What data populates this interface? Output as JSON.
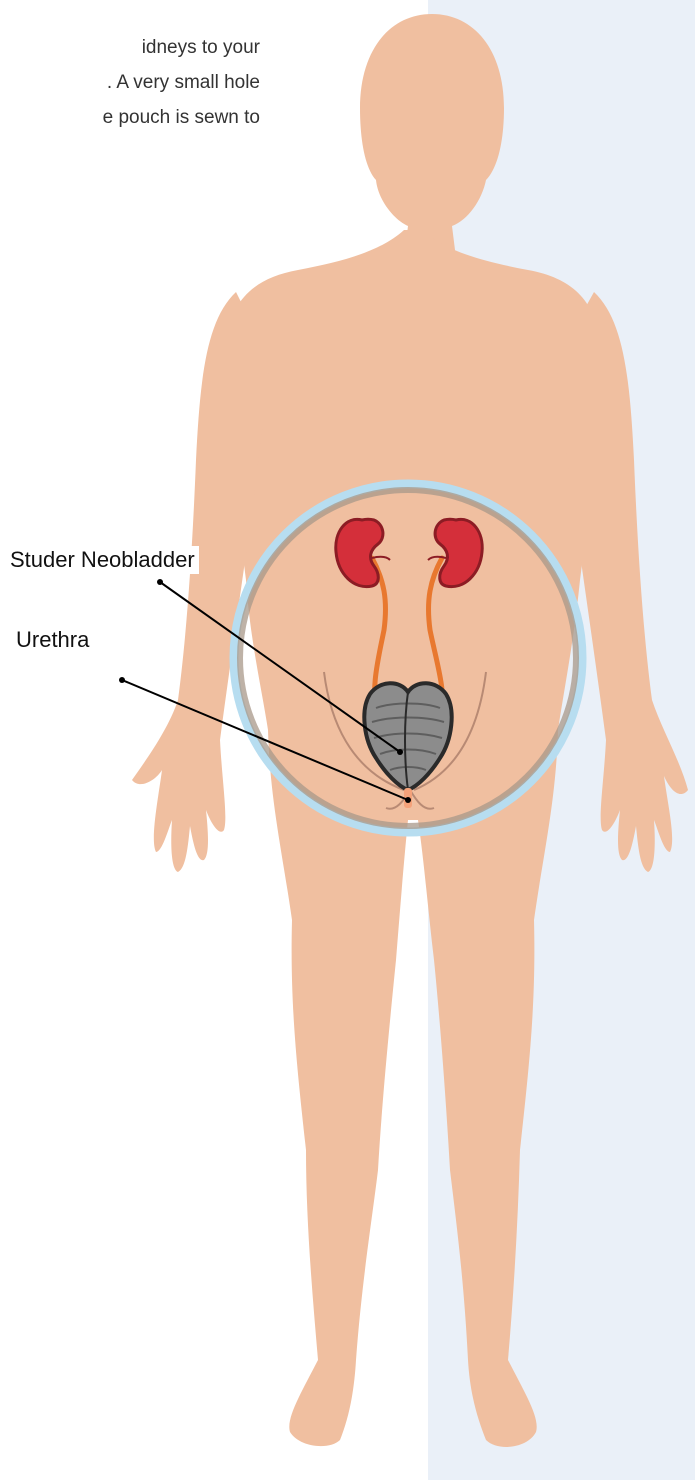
{
  "intro": {
    "lines": [
      "idneys to your",
      ". A very small hole",
      "e pouch is sewn to"
    ]
  },
  "labels": {
    "neobladder": "Studer Neobladder",
    "urethra": "Urethra"
  },
  "colors": {
    "background": "#ffffff",
    "panel": "#eaf0f8",
    "skin": "#f0bfa0",
    "kidney": "#d42f3a",
    "ureter": "#e8782f",
    "neobladder": "#8c8c8c",
    "focus_ring_outer": "#b7ddf0",
    "focus_ring_inner": "#a89889",
    "text": "#333333"
  }
}
